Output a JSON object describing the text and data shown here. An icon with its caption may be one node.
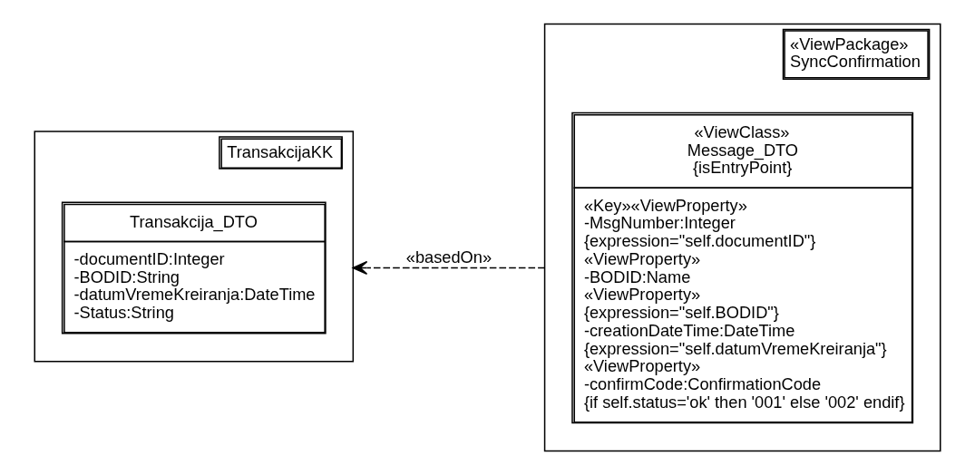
{
  "diagram": {
    "nodes": [
      {
        "text": [
          "TransakcijaKK"
        ]
      },
      {
        "text": [
          "Transakcija_DTO",
          "-documentID:Integer",
          "-BODID:String",
          "-datumVremeKreiranja:DateTime",
          "-Status:String"
        ],
        "in": 0
      },
      {
        "text": [
          "«ViewPackage»",
          "SyncConfirmation"
        ]
      },
      {
        "text": [
          "«ViewClass»",
          "Message_DTO",
          "{isEntryPoint}",
          "«Key»«ViewProperty»",
          "-MsgNumber:Integer",
          "{expression=\"self.documentID\"}",
          "«ViewProperty»",
          "-BODID:Name",
          "«ViewProperty»",
          "{expression=\"self.BODID\"}",
          "-creationDateTime:DateTime",
          "{expression=\"self.datumVremeKreiranja\"}",
          "«ViewProperty»",
          "-confirmCode:ConfirmationCode",
          "{if self.status='ok' then '001' else '002' endif}"
        ],
        "in": 2
      }
    ],
    "edges": [
      {
        "from": 2,
        "to": 0,
        "arrow": "to",
        "label": "«basedOn»",
        "style": "dashed"
      }
    ]
  }
}
